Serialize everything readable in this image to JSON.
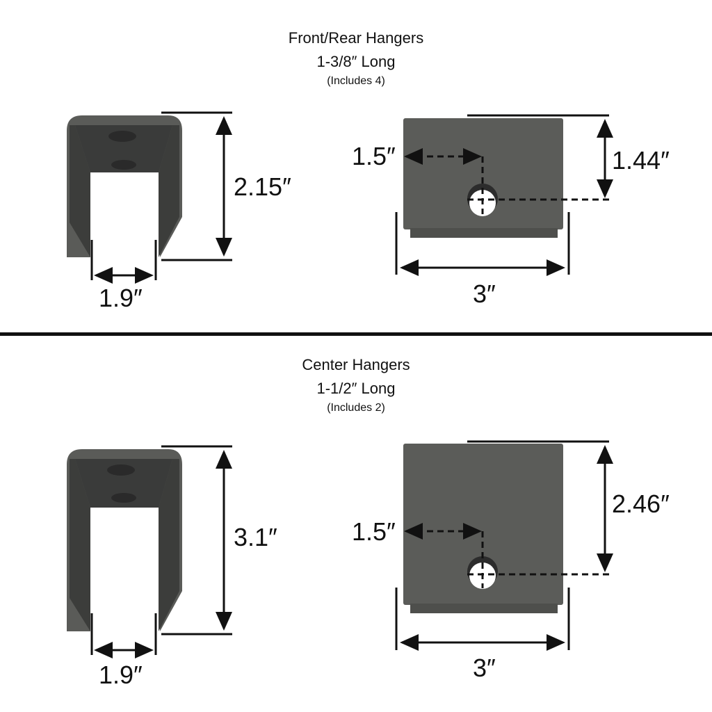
{
  "sections": [
    {
      "title": "Front/Rear Hangers",
      "length": "1-3/8″ Long",
      "includes": "(Includes 4)",
      "side_view": {
        "height": "2.15″",
        "opening_width": "1.9″"
      },
      "front_view": {
        "hole_offset": "1.5″",
        "hole_height": "1.44″",
        "width": "3″"
      }
    },
    {
      "title": "Center Hangers",
      "length": "1-1/2″ Long",
      "includes": "(Includes 2)",
      "side_view": {
        "height": "3.1″",
        "opening_width": "1.9″"
      },
      "front_view": {
        "hole_offset": "1.5″",
        "hole_height": "2.46″",
        "width": "3″"
      }
    }
  ],
  "colors": {
    "metal": "#5a5b58",
    "metal_dark": "#3a3b3a",
    "line": "#111111"
  }
}
